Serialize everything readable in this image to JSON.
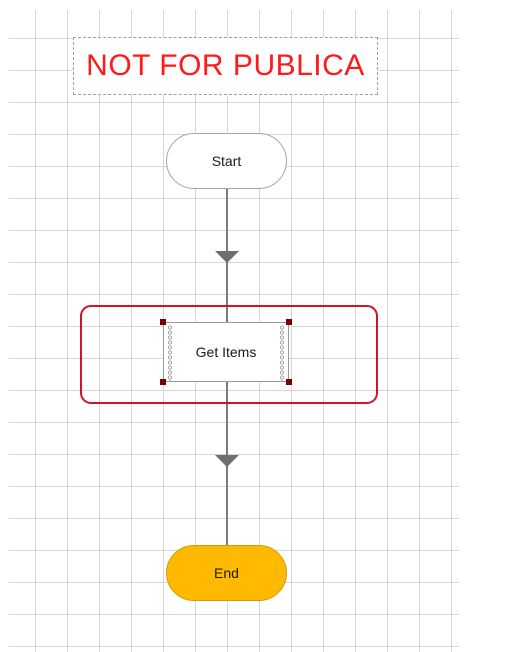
{
  "watermark": {
    "text": "NOT FOR PUBLICA",
    "color": "#ff1a1a"
  },
  "flow": {
    "start_label": "Start",
    "action_label": "Get Items",
    "end_label": "End"
  },
  "colors": {
    "end_fill": "#ffba00",
    "selection_outline": "#d0142c",
    "connector": "#7a7a7a"
  }
}
